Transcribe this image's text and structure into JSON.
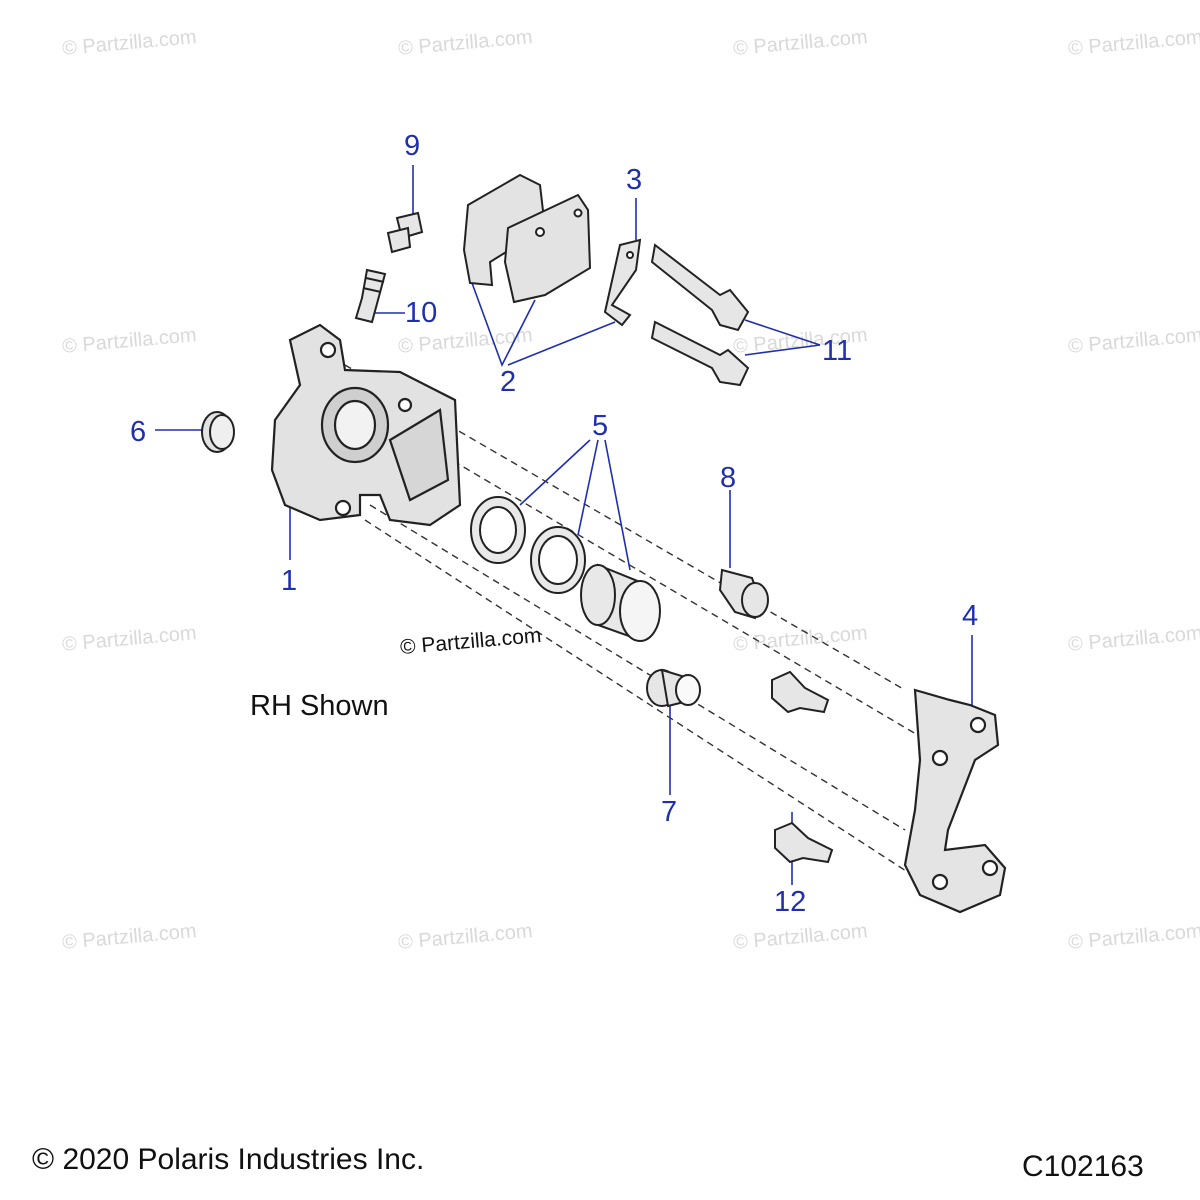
{
  "watermark": {
    "text": "© Partzilla.com"
  },
  "diagram": {
    "center_mark": "© Partzilla.com",
    "view_label": "RH Shown",
    "copyright": "© 2020 Polaris Industries Inc.",
    "drawing_number": "C102163",
    "callout_color": "#1f2fb0",
    "callouts": {
      "c1": "1",
      "c2": "2",
      "c3": "3",
      "c4": "4",
      "c5": "5",
      "c6": "6",
      "c7": "7",
      "c8": "8",
      "c9": "9",
      "c10": "10",
      "c11": "11",
      "c12": "12"
    }
  }
}
